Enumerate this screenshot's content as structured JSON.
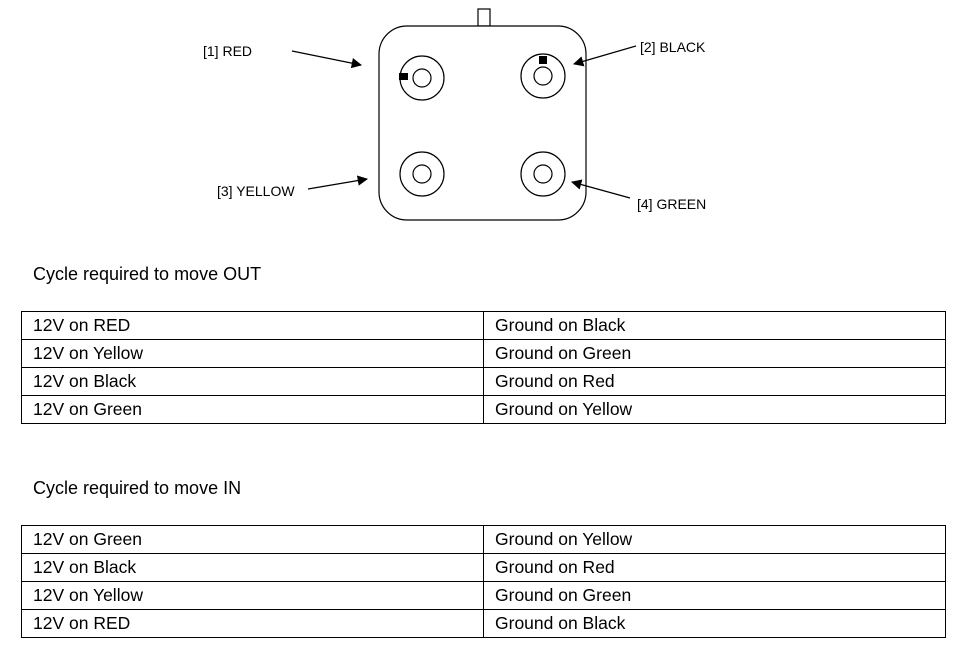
{
  "connector": {
    "pins": [
      {
        "id": "red",
        "label": "[1] RED"
      },
      {
        "id": "black",
        "label": "[2] BLACK"
      },
      {
        "id": "yellow",
        "label": "[3] YELLOW"
      },
      {
        "id": "green",
        "label": "[4] GREEN"
      }
    ]
  },
  "out": {
    "heading": "Cycle required to move OUT",
    "rows": [
      {
        "power": "12V on RED",
        "ground": "Ground on Black"
      },
      {
        "power": "12V on Yellow",
        "ground": "Ground on Green"
      },
      {
        "power": "12V on Black",
        "ground": "Ground on Red"
      },
      {
        "power": "12V on Green",
        "ground": "Ground on Yellow"
      }
    ]
  },
  "in": {
    "heading": "Cycle required to move IN",
    "rows": [
      {
        "power": "12V on Green",
        "ground": "Ground on Yellow"
      },
      {
        "power": "12V on Black",
        "ground": "Ground on Red"
      },
      {
        "power": "12V on Yellow",
        "ground": "Ground on Green"
      },
      {
        "power": "12V on RED",
        "ground": "Ground on Black"
      }
    ]
  }
}
